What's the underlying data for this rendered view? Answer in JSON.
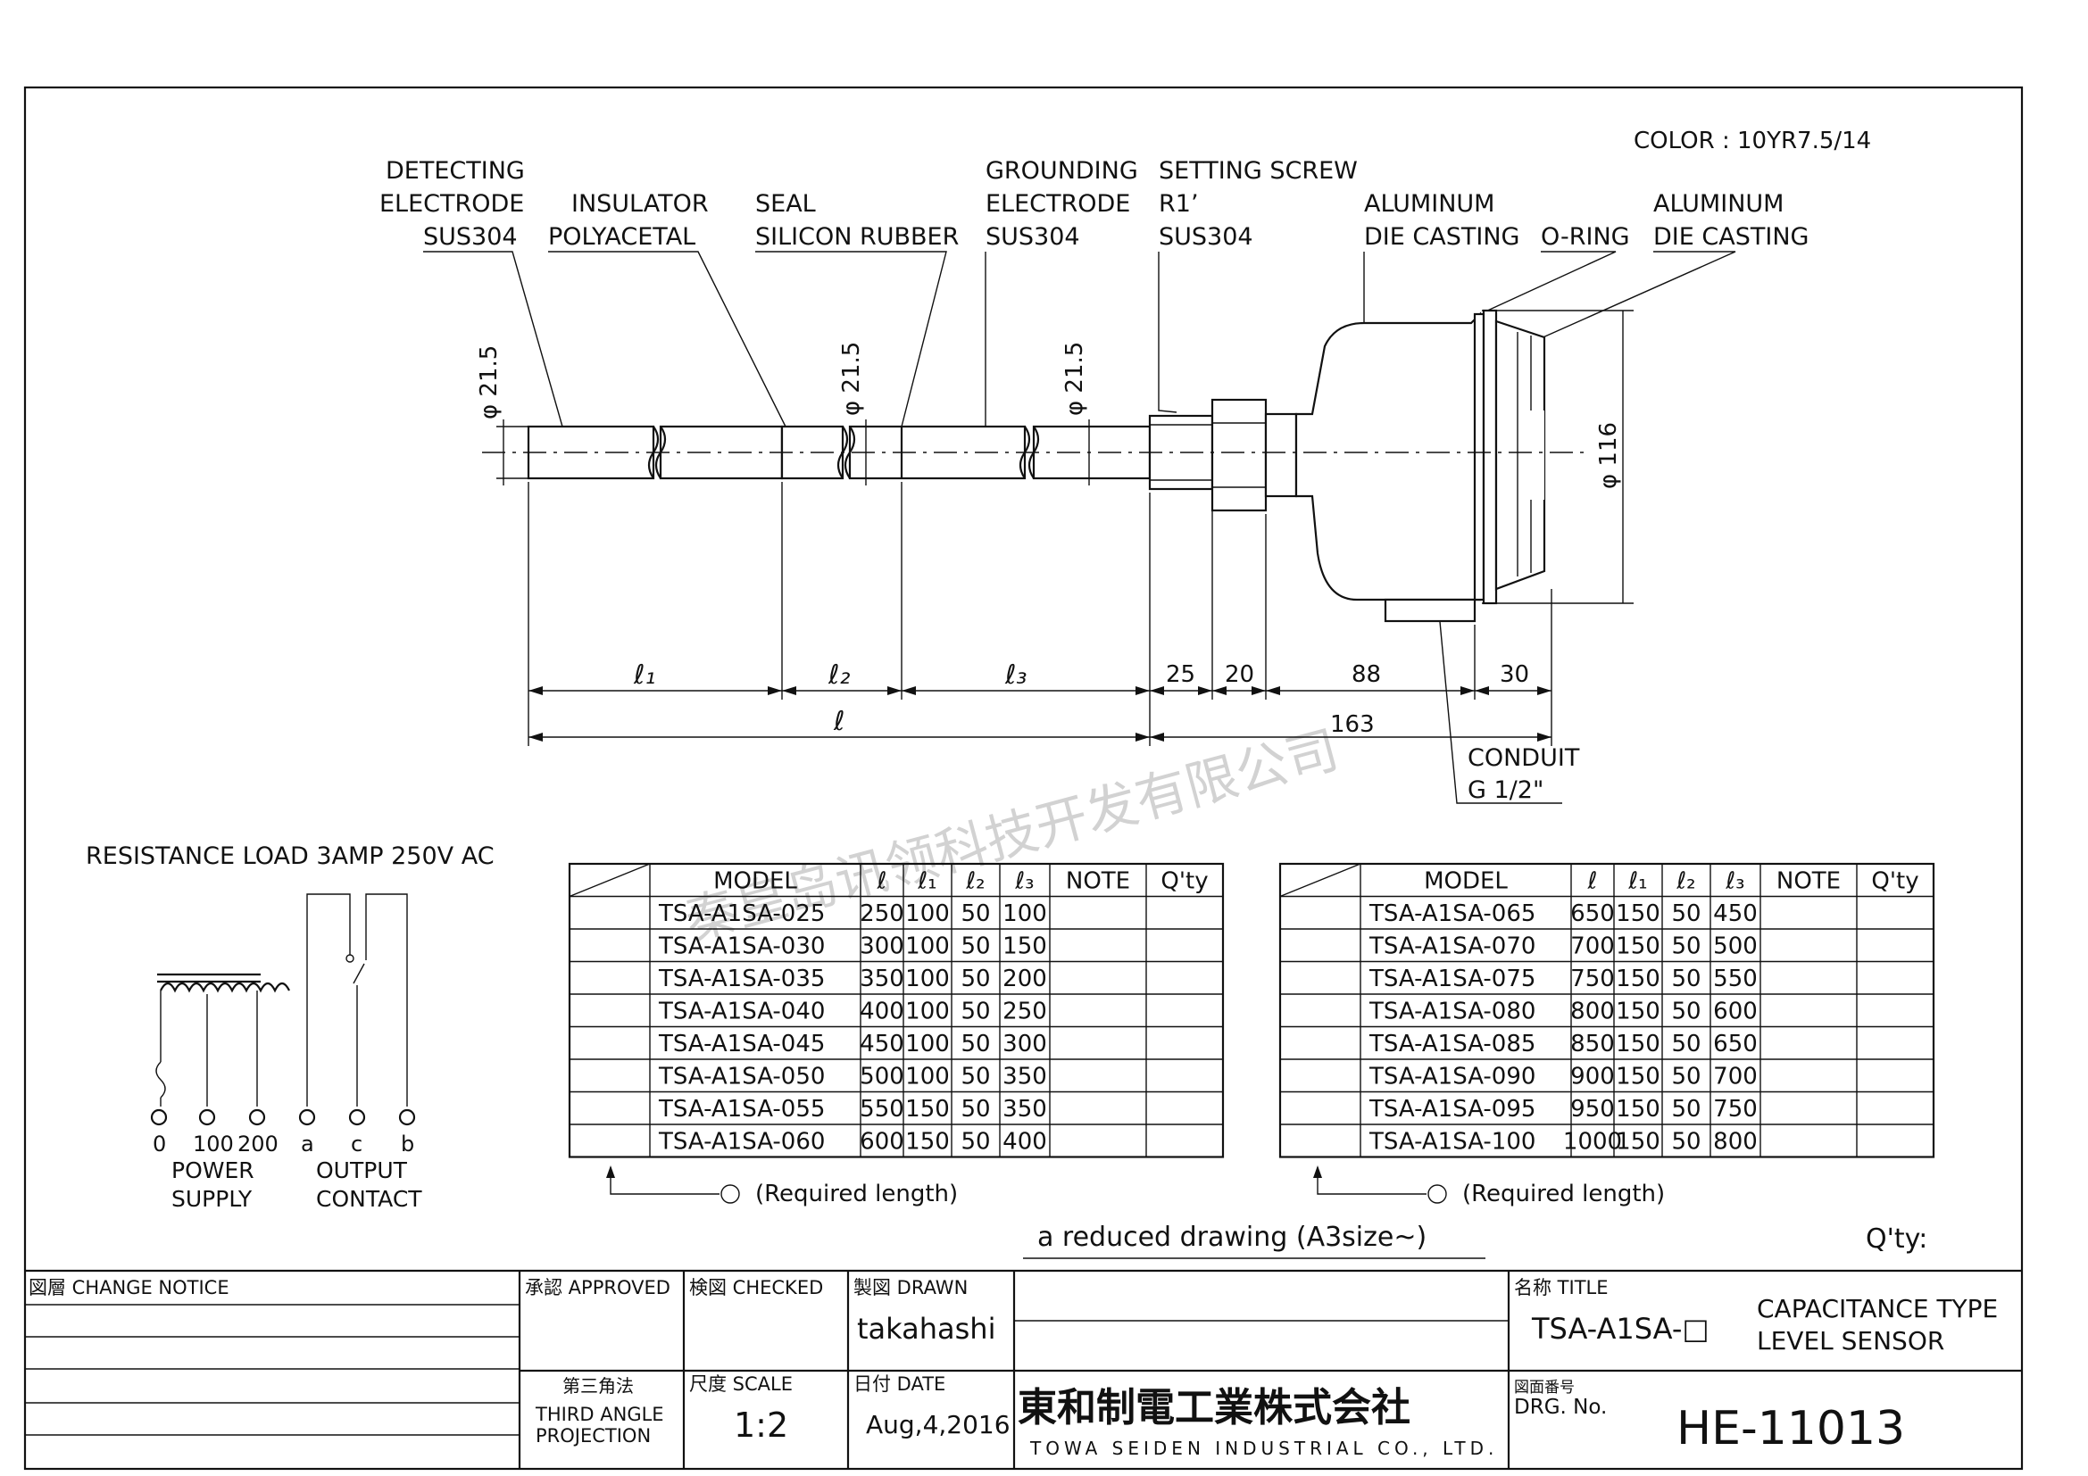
{
  "color_note": "COLOR : 10YR7.5/14",
  "labels": {
    "detecting": [
      "DETECTING",
      "ELECTRODE",
      "SUS304"
    ],
    "insulator": [
      "INSULATOR",
      "POLYACETAL"
    ],
    "seal": [
      "SEAL",
      "SILICON RUBBER"
    ],
    "grounding": [
      "GROUNDING",
      "ELECTRODE",
      "SUS304"
    ],
    "setting": [
      "SETTING SCREW",
      "R1’",
      "SUS304"
    ],
    "aluminum1": [
      "ALUMINUM",
      "DIE CASTING"
    ],
    "oring": "O-RING",
    "aluminum2": [
      "ALUMINUM",
      "DIE CASTING"
    ],
    "conduit": [
      "CONDUIT",
      "G 1/2\""
    ]
  },
  "dims": {
    "dia_a": "φ 21.5",
    "dia_b": "φ 21.5",
    "dia_c": "φ 21.5",
    "dia_head": "φ 116",
    "l1": "ℓ₁",
    "l2": "ℓ₂",
    "l3": "ℓ₃",
    "l": "ℓ",
    "d25": "25",
    "d20": "20",
    "d88": "88",
    "d30": "30",
    "d163": "163"
  },
  "watermark": "秦皇岛讯领科技开发有限公司",
  "resistance_load": "RESISTANCE LOAD 3AMP 250V AC",
  "wiring": {
    "terminals": [
      "0",
      "100",
      "200",
      "a",
      "c",
      "b"
    ],
    "power_supply": [
      "POWER",
      "SUPPLY"
    ],
    "output_contact": [
      "OUTPUT",
      "CONTACT"
    ]
  },
  "table": {
    "headers": [
      "MODEL",
      "ℓ",
      "ℓ₁",
      "ℓ₂",
      "ℓ₃",
      "NOTE",
      "Q'ty"
    ],
    "left_rows": [
      [
        "TSA-A1SA-025",
        "250",
        "100",
        "50",
        "100"
      ],
      [
        "TSA-A1SA-030",
        "300",
        "100",
        "50",
        "150"
      ],
      [
        "TSA-A1SA-035",
        "350",
        "100",
        "50",
        "200"
      ],
      [
        "TSA-A1SA-040",
        "400",
        "100",
        "50",
        "250"
      ],
      [
        "TSA-A1SA-045",
        "450",
        "100",
        "50",
        "300"
      ],
      [
        "TSA-A1SA-050",
        "500",
        "100",
        "50",
        "350"
      ],
      [
        "TSA-A1SA-055",
        "550",
        "150",
        "50",
        "350"
      ],
      [
        "TSA-A1SA-060",
        "600",
        "150",
        "50",
        "400"
      ]
    ],
    "right_rows": [
      [
        "TSA-A1SA-065",
        "650",
        "150",
        "50",
        "450"
      ],
      [
        "TSA-A1SA-070",
        "700",
        "150",
        "50",
        "500"
      ],
      [
        "TSA-A1SA-075",
        "750",
        "150",
        "50",
        "550"
      ],
      [
        "TSA-A1SA-080",
        "800",
        "150",
        "50",
        "600"
      ],
      [
        "TSA-A1SA-085",
        "850",
        "150",
        "50",
        "650"
      ],
      [
        "TSA-A1SA-090",
        "900",
        "150",
        "50",
        "700"
      ],
      [
        "TSA-A1SA-095",
        "950",
        "150",
        "50",
        "750"
      ],
      [
        "TSA-A1SA-100",
        "1000",
        "150",
        "50",
        "800"
      ]
    ],
    "required_left": "(Required length)",
    "required_right": "(Required length)"
  },
  "reduced_drawing": "a reduced drawing (A3size~)",
  "qty_label": "Q'ty:",
  "title_block": {
    "change_notice": "図層 CHANGE NOTICE",
    "approved": "承認 APPROVED",
    "checked": "検図 CHECKED",
    "drawn": "製図 DRAWN",
    "drawn_by": "takahashi",
    "third_angle_jp": "第三角法",
    "third_angle": [
      "THIRD ANGLE",
      "PROJECTION"
    ],
    "scale_label": "尺度 SCALE",
    "scale": "1:2",
    "date_label": "日付 DATE",
    "date": "Aug,4,2016",
    "company_jp": "東和制電工業株式会社",
    "company_en": "TOWA SEIDEN INDUSTRIAL CO., LTD.",
    "title_label": "名称 TITLE",
    "model": "TSA-A1SA-□",
    "title": [
      "CAPACITANCE TYPE",
      "LEVEL SENSOR"
    ],
    "drg_label": "図面番号",
    "drg_no_label": "DRG. No.",
    "drg_no": "HE-11013"
  }
}
